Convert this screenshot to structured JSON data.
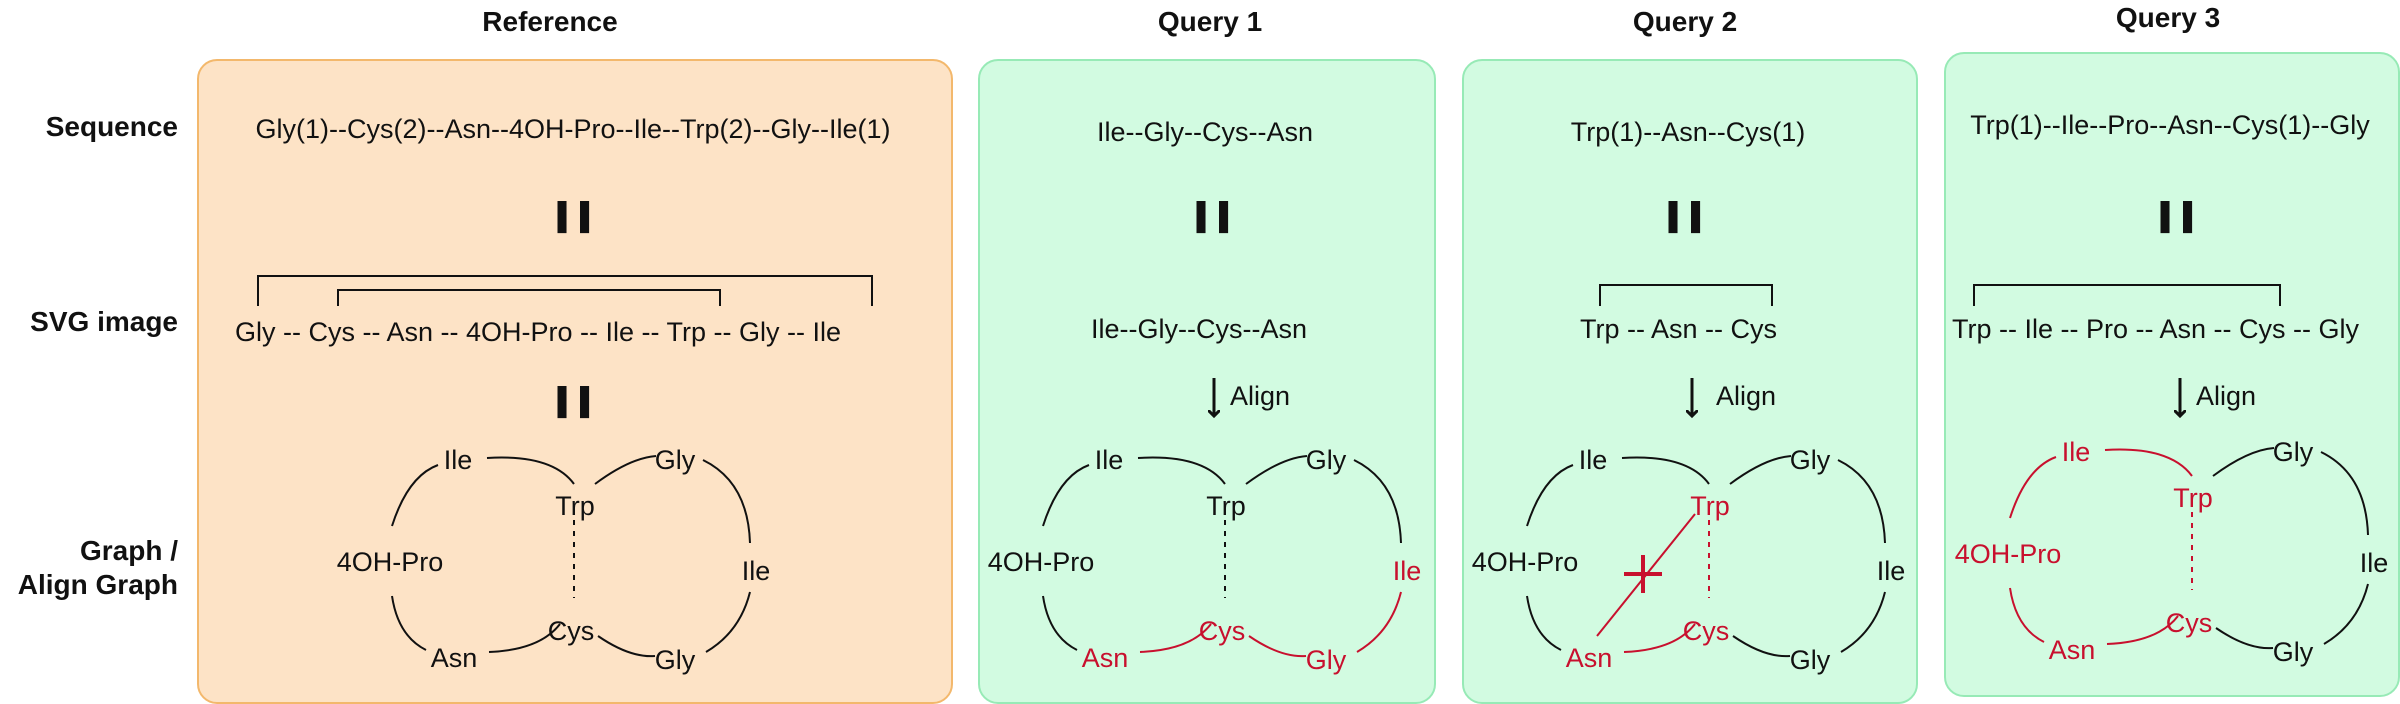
{
  "headers": {
    "reference": "Reference",
    "query1": "Query 1",
    "query2": "Query 2",
    "query3": "Query 3"
  },
  "row_labels": {
    "sequence": "Sequence",
    "svg_image": "SVG image",
    "graph_line1": "Graph /",
    "graph_line2": "Align Graph"
  },
  "equals_symbol": "=",
  "align_label": "Align",
  "reference": {
    "sequence": "Gly(1)--Cys(2)--Asn--4OH-Pro--Ile--Trp(2)--Gly--Ile(1)",
    "svg_chain": "Gly -- Cys -- Asn -- 4OH-Pro -- Ile -- Trp -- Gly -- Ile"
  },
  "query1": {
    "sequence": "Ile--Gly--Cys--Asn",
    "svg_chain": "Ile--Gly--Cys--Asn"
  },
  "query2": {
    "sequence": "Trp(1)--Asn--Cys(1)",
    "svg_chain": "Trp -- Asn -- Cys"
  },
  "query3": {
    "sequence": "Trp(1)--Ile--Pro--Asn--Cys(1)--Gly",
    "svg_chain": "Trp -- Ile -- Pro -- Asn -- Cys -- Gly"
  },
  "graph_nodes": {
    "ile_top": "Ile",
    "gly_top": "Gly",
    "trp": "Trp",
    "pro": "4OH-Pro",
    "ile_right": "Ile",
    "cys": "Cys",
    "asn": "Asn",
    "gly_bottom": "Gly"
  },
  "colors": {
    "highlight": "#c8102e",
    "reference_fill": "#fde3c6",
    "reference_border": "#f3b86c",
    "query_fill": "#d2fbe1",
    "query_border": "#97eab6"
  }
}
